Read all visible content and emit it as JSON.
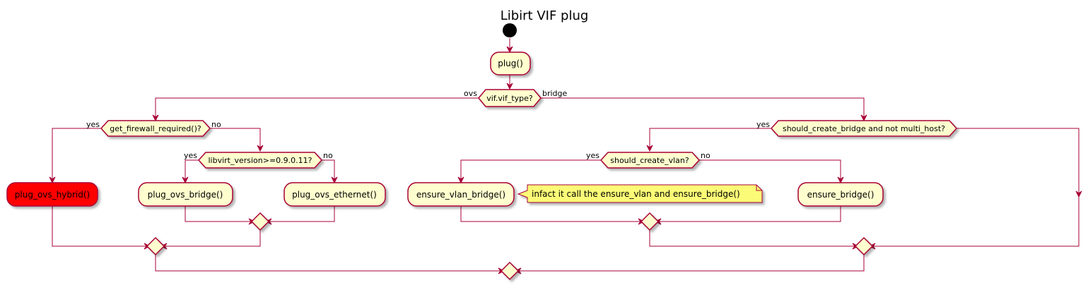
{
  "title": "Libirt VIF plug",
  "activities": {
    "plug": "plug()",
    "plug_ovs_hybrid": "plug_ovs_hybrid()",
    "plug_ovs_bridge": "plug_ovs_bridge()",
    "plug_ovs_ethernet": "plug_ovs_ethernet()",
    "ensure_vlan_bridge": "ensure_vlan_bridge()",
    "ensure_bridge": "ensure_bridge()"
  },
  "conditions": {
    "vif_type": "vif.vif_type?",
    "firewall": "get_firewall_required()?",
    "libvirt": "libvirt_version>=0.9.0.11?",
    "create_bridge": "should_create_bridge and not multi_host?",
    "create_vlan": "should_create_vlan?"
  },
  "labels": {
    "ovs": "ovs",
    "bridge": "bridge",
    "fw_yes": "yes",
    "fw_no": "no",
    "lv_yes": "yes",
    "lv_no": "no",
    "cb_yes": "yes",
    "cv_yes": "yes",
    "cv_no": "no"
  },
  "note": "infact it call the ensure_vlan and ensure_bridge()",
  "colors": {
    "line": "#A80036",
    "activity_fill": "#FEFECE",
    "highlight_fill": "#FF0000",
    "note_fill": "#FBFB77"
  }
}
